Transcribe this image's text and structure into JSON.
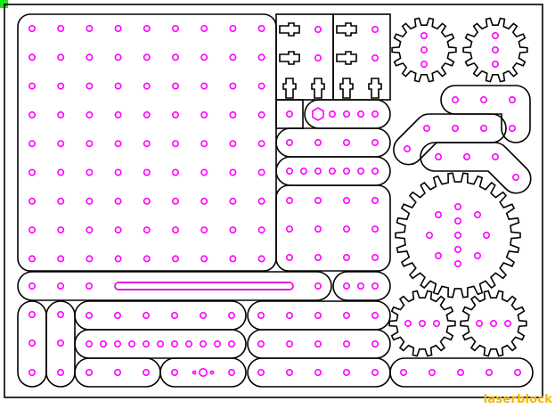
{
  "brand": {
    "label": "laserblock",
    "color": "#f5b700"
  },
  "engraving": {
    "text": "",
    "color": "#1e2cf0"
  },
  "colors": {
    "cut_line": "#000000",
    "hole": "#ff00ff",
    "marker": "#19e619"
  },
  "parts": {
    "base_plate": {
      "hole_cols": 9,
      "hole_rows": 9
    },
    "gears": [
      {
        "name": "small-gear-1",
        "teeth": 14
      },
      {
        "name": "small-gear-2",
        "teeth": 14
      },
      {
        "name": "large-gear",
        "teeth": 26
      },
      {
        "name": "small-gear-3",
        "teeth": 14
      },
      {
        "name": "small-gear-4",
        "teeth": 14
      }
    ]
  }
}
